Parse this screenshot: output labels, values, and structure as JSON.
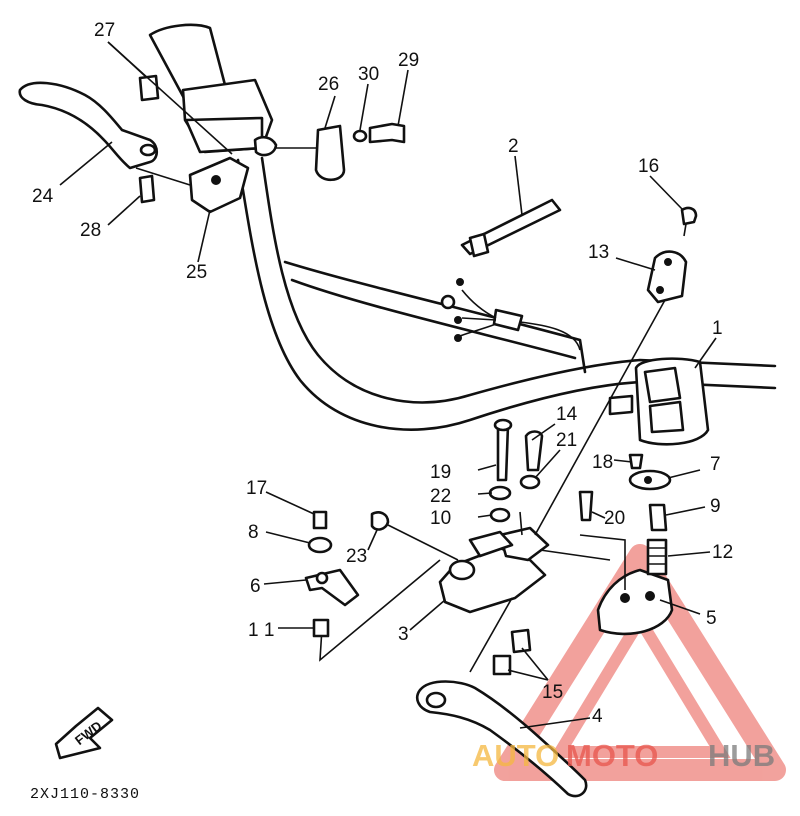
{
  "labels": {
    "n1": "1",
    "n2": "2",
    "n3": "3",
    "n4": "4",
    "n5": "5",
    "n6": "6",
    "n7": "7",
    "n8": "8",
    "n9": "9",
    "n10": "10",
    "n11": "1 1",
    "n12": "12",
    "n13": "13",
    "n14": "14",
    "n15": "15",
    "n16": "16",
    "n17": "17",
    "n18": "18",
    "n19": "19",
    "n20": "20",
    "n21": "21",
    "n22": "22",
    "n23": "23",
    "n24": "24",
    "n25": "25",
    "n26": "26",
    "n27": "27",
    "n28": "28",
    "n29": "29",
    "n30": "30"
  },
  "fwd_arrow": "FWD",
  "diagram_code": "2XJ110-8330",
  "watermark": {
    "part1": "AUTO",
    "part2": "MOTO",
    "part3": "HUB"
  },
  "colors": {
    "line": "#111111",
    "watermark_red": "#e8554d",
    "watermark_orange": "#f5b840",
    "watermark_gray": "#7b7b7b"
  }
}
